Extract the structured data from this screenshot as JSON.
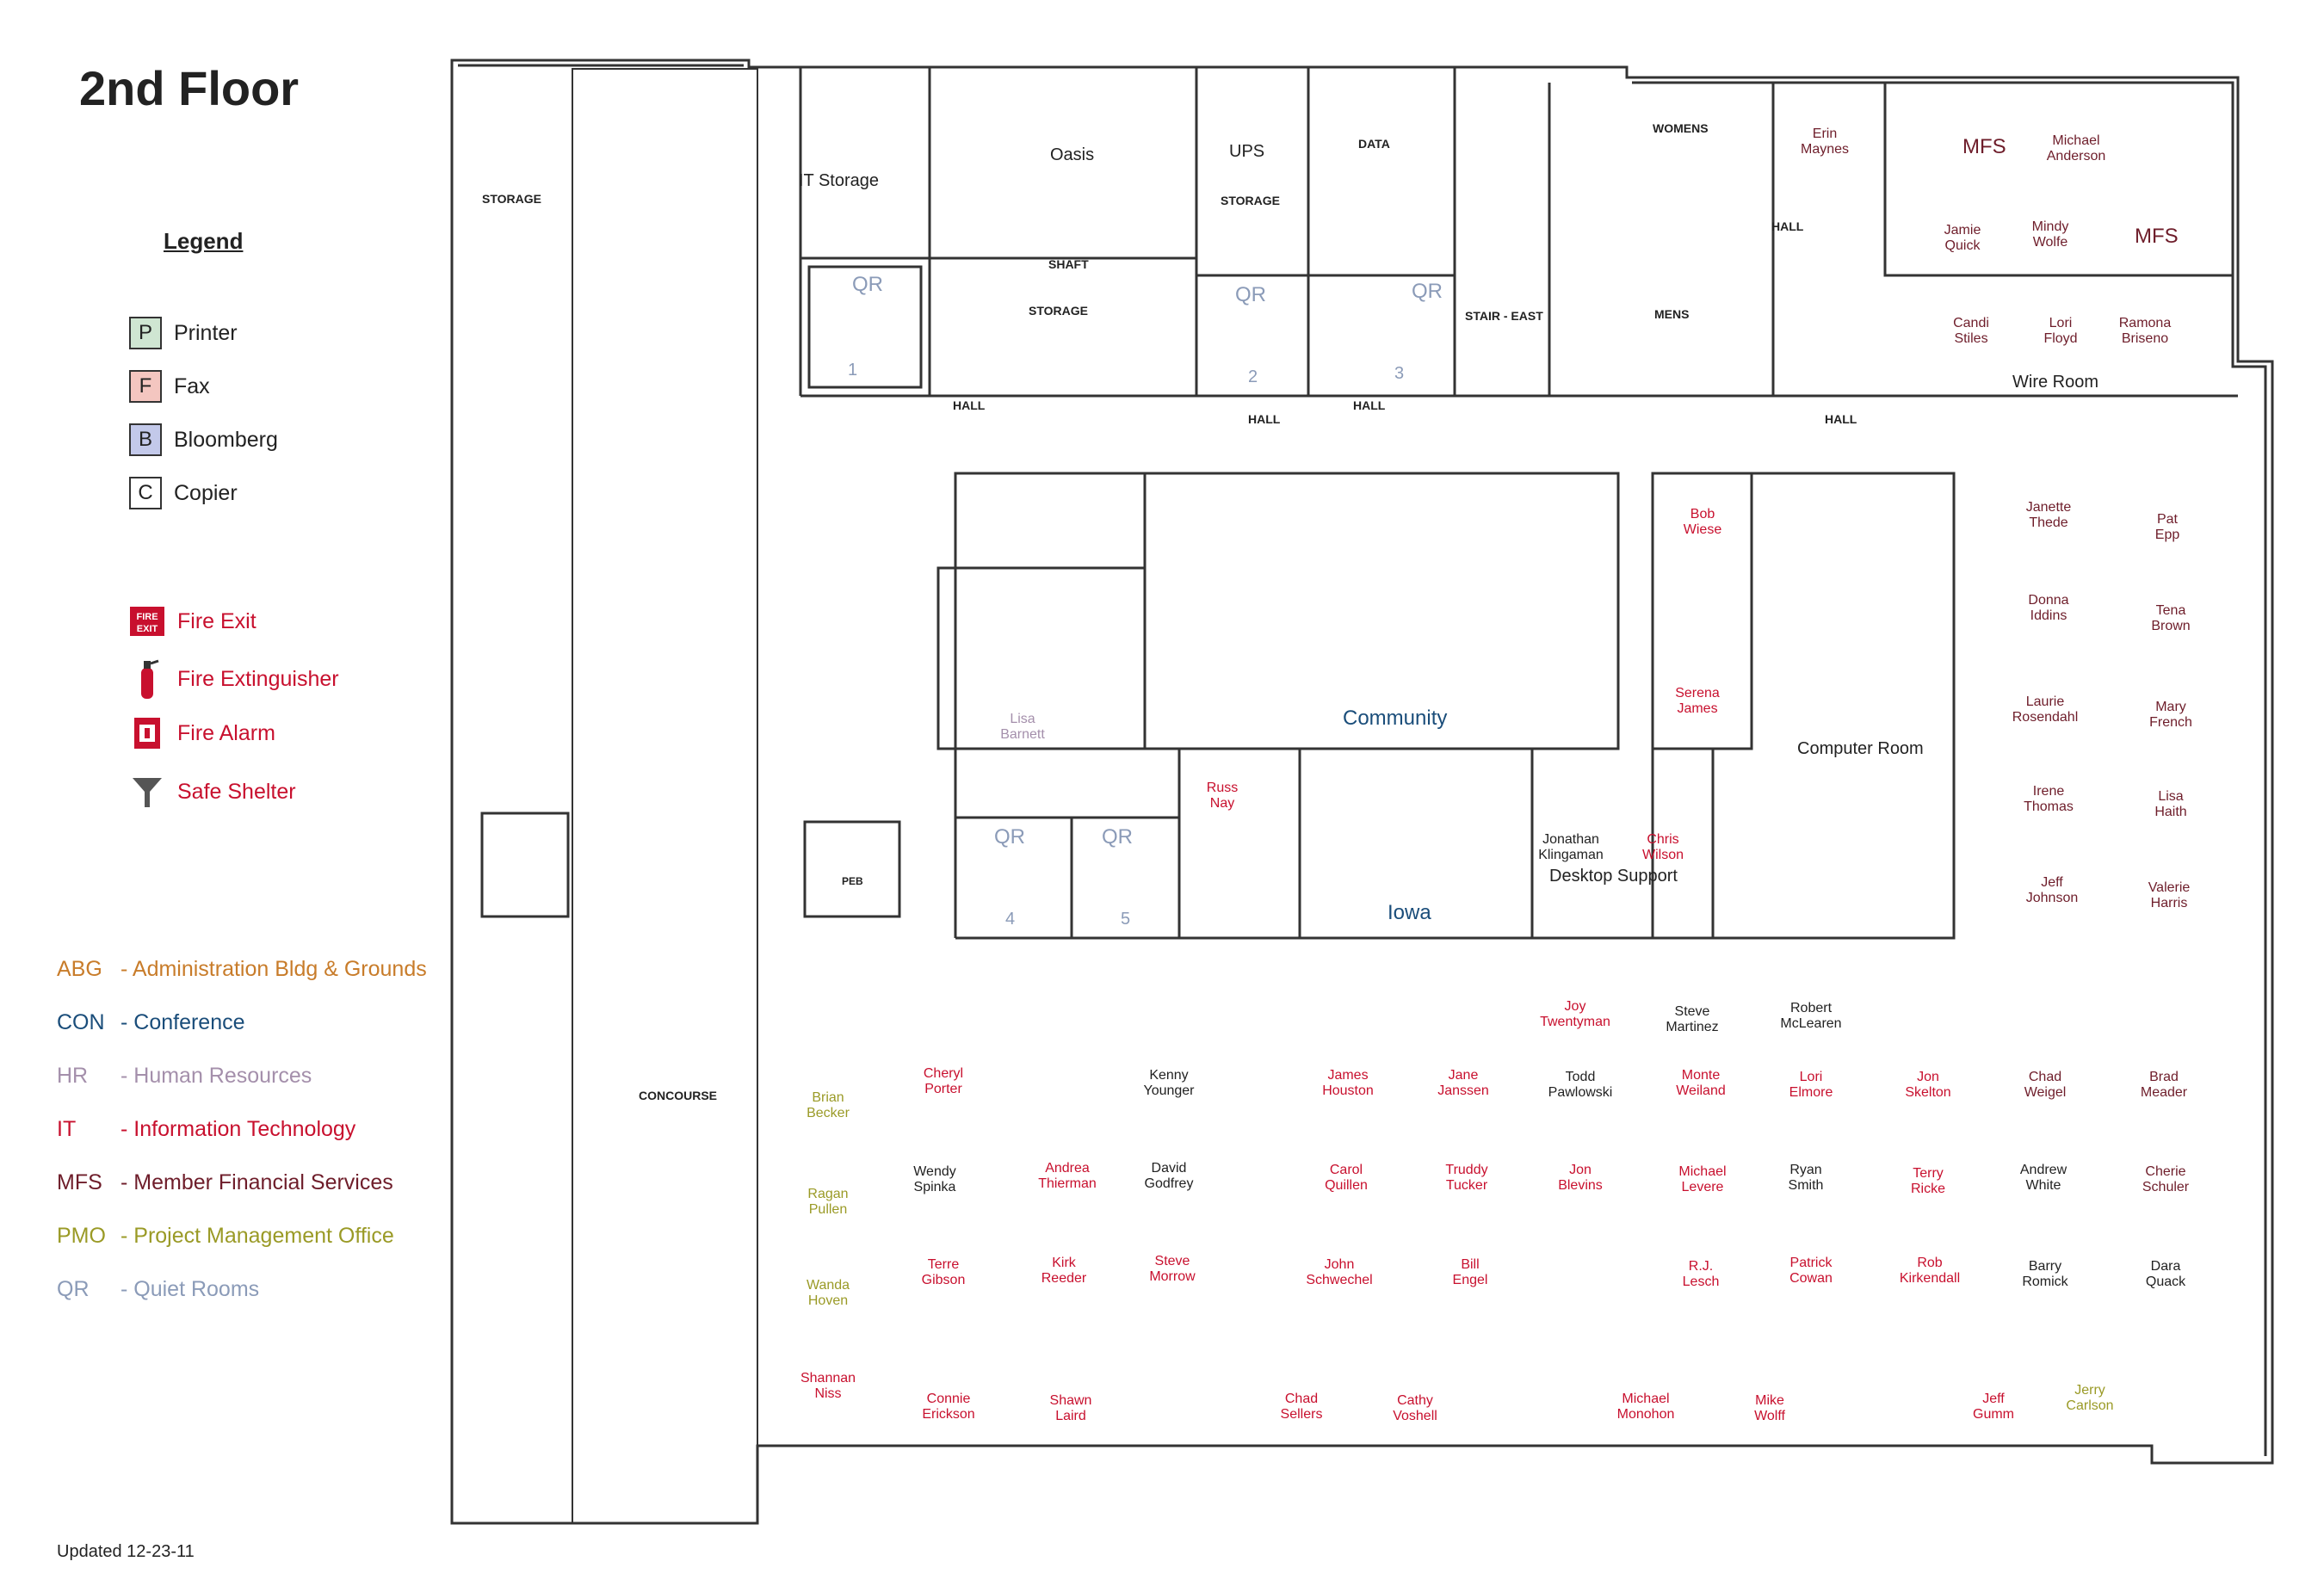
{
  "title": "2nd Floor",
  "updated": "Updated 12-23-11",
  "colors": {
    "wall": "#333333",
    "it": "#c8102e",
    "mfs": "#6e1d2a",
    "pmo": "#9a9a26",
    "qr": "#8b9bb8",
    "hr": "#a48fab",
    "abg": "#c87c2a",
    "con": "#1a4d7a",
    "printer": "#cfe6d2",
    "fax": "#f4c6c0",
    "bloomberg": "#c3c9ea"
  },
  "legend": {
    "heading": "Legend",
    "equipment": [
      {
        "code": "P",
        "label": "Printer",
        "color": "#cfe6d2"
      },
      {
        "code": "F",
        "label": "Fax",
        "color": "#f4c6c0"
      },
      {
        "code": "B",
        "label": "Bloomberg",
        "color": "#c3c9ea"
      },
      {
        "code": "C",
        "label": "Copier",
        "color": "#ffffff"
      }
    ],
    "safety": [
      {
        "icon": "fire-exit-icon",
        "label": "Fire Exit"
      },
      {
        "icon": "fire-extinguisher-icon",
        "label": "Fire Extinguisher"
      },
      {
        "icon": "fire-alarm-icon",
        "label": "Fire Alarm"
      },
      {
        "icon": "safe-shelter-icon",
        "label": "Safe Shelter"
      }
    ],
    "departments": [
      {
        "abbr": "ABG",
        "label": "- Administration Bldg & Grounds",
        "color": "#c87c2a"
      },
      {
        "abbr": "CON",
        "label": "- Conference",
        "color": "#1a4d7a"
      },
      {
        "abbr": "HR",
        "label": "- Human Resources",
        "color": "#a48fab"
      },
      {
        "abbr": "IT",
        "label": "- Information Technology",
        "color": "#c8102e"
      },
      {
        "abbr": "MFS",
        "label": "- Member Financial Services",
        "color": "#6e1d2a"
      },
      {
        "abbr": "PMO",
        "label": "- Project Management Office",
        "color": "#9a9a26"
      },
      {
        "abbr": "QR",
        "label": "- Quiet Rooms",
        "color": "#8b9bb8"
      }
    ]
  },
  "rooms": [
    {
      "id": "storage-west",
      "label": "STORAGE"
    },
    {
      "id": "it-storage",
      "label": "IT Storage"
    },
    {
      "id": "oasis",
      "label": "Oasis"
    },
    {
      "id": "ups",
      "label": "UPS"
    },
    {
      "id": "ups-storage",
      "label": "STORAGE"
    },
    {
      "id": "data",
      "label": "DATA"
    },
    {
      "id": "shaft",
      "label": "SHAFT"
    },
    {
      "id": "storage-mid",
      "label": "STORAGE"
    },
    {
      "id": "stair-east",
      "label": "STAIR - EAST"
    },
    {
      "id": "womens",
      "label": "WOMENS"
    },
    {
      "id": "mens",
      "label": "MENS"
    },
    {
      "id": "hall-1",
      "label": "HALL"
    },
    {
      "id": "hall-2",
      "label": "HALL"
    },
    {
      "id": "hall-3",
      "label": "HALL"
    },
    {
      "id": "hall-4",
      "label": "HALL"
    },
    {
      "id": "hall-5",
      "label": "HALL"
    },
    {
      "id": "wire-room",
      "label": "Wire Room"
    },
    {
      "id": "community",
      "label": "Community"
    },
    {
      "id": "computer-room",
      "label": "Computer Room"
    },
    {
      "id": "iowa",
      "label": "Iowa"
    },
    {
      "id": "desktop-support",
      "label": "Desktop Support"
    },
    {
      "id": "concourse",
      "label": "CONCOURSE"
    },
    {
      "id": "mfs-1",
      "label": "MFS"
    },
    {
      "id": "mfs-2",
      "label": "MFS"
    },
    {
      "id": "peb",
      "label": "PEB"
    }
  ],
  "quiet_rooms": [
    {
      "label": "QR",
      "num": "1"
    },
    {
      "label": "QR",
      "num": "2"
    },
    {
      "label": "QR",
      "num": "3"
    },
    {
      "label": "QR",
      "num": "4"
    },
    {
      "label": "QR",
      "num": "5"
    }
  ],
  "people": [
    {
      "name": "Erin Maynes",
      "dept": "mfs"
    },
    {
      "name": "Michael Anderson",
      "dept": "mfs"
    },
    {
      "name": "Jamie Quick",
      "dept": "mfs"
    },
    {
      "name": "Mindy Wolfe",
      "dept": "mfs"
    },
    {
      "name": "Candi Stiles",
      "dept": "mfs"
    },
    {
      "name": "Lori Floyd",
      "dept": "mfs"
    },
    {
      "name": "Ramona Briseno",
      "dept": "mfs"
    },
    {
      "name": "Bob Wiese",
      "dept": "it"
    },
    {
      "name": "Serena James",
      "dept": "it"
    },
    {
      "name": "Lisa Barnett",
      "dept": "hr"
    },
    {
      "name": "Russ Nay",
      "dept": "it"
    },
    {
      "name": "Jonathan Klingaman",
      "dept": "none"
    },
    {
      "name": "Chris Wilson",
      "dept": "it"
    },
    {
      "name": "Janette Thede",
      "dept": "mfs"
    },
    {
      "name": "Pat Epp",
      "dept": "mfs"
    },
    {
      "name": "Donna Iddins",
      "dept": "mfs"
    },
    {
      "name": "Tena Brown",
      "dept": "mfs"
    },
    {
      "name": "Laurie Rosendahl",
      "dept": "mfs"
    },
    {
      "name": "Mary French",
      "dept": "mfs"
    },
    {
      "name": "Irene Thomas",
      "dept": "mfs"
    },
    {
      "name": "Lisa Haith",
      "dept": "mfs"
    },
    {
      "name": "Jeff Johnson",
      "dept": "mfs"
    },
    {
      "name": "Valerie Harris",
      "dept": "mfs"
    },
    {
      "name": "Brian Becker",
      "dept": "pmo"
    },
    {
      "name": "Ragan Pullen",
      "dept": "pmo"
    },
    {
      "name": "Wanda Hoven",
      "dept": "pmo"
    },
    {
      "name": "Shannan Niss",
      "dept": "it"
    },
    {
      "name": "Cheryl Porter",
      "dept": "it"
    },
    {
      "name": "Wendy Spinka",
      "dept": "none"
    },
    {
      "name": "Terre Gibson",
      "dept": "it"
    },
    {
      "name": "Andrea Thierman",
      "dept": "it"
    },
    {
      "name": "Kirk Reeder",
      "dept": "it"
    },
    {
      "name": "Kenny Younger",
      "dept": "none"
    },
    {
      "name": "David Godfrey",
      "dept": "none"
    },
    {
      "name": "Steve Morrow",
      "dept": "it"
    },
    {
      "name": "James Houston",
      "dept": "it"
    },
    {
      "name": "Carol Quillen",
      "dept": "it"
    },
    {
      "name": "John Schwechel",
      "dept": "it"
    },
    {
      "name": "Jane Janssen",
      "dept": "it"
    },
    {
      "name": "Truddy Tucker",
      "dept": "it"
    },
    {
      "name": "Bill Engel",
      "dept": "it"
    },
    {
      "name": "Joy Twentyman",
      "dept": "it"
    },
    {
      "name": "Todd Pawlowski",
      "dept": "none"
    },
    {
      "name": "Jon Blevins",
      "dept": "it"
    },
    {
      "name": "Steve Martinez",
      "dept": "none"
    },
    {
      "name": "Monte Weiland",
      "dept": "it"
    },
    {
      "name": "Michael Levere",
      "dept": "it"
    },
    {
      "name": "R.J. Lesch",
      "dept": "it"
    },
    {
      "name": "Robert McLearen",
      "dept": "none"
    },
    {
      "name": "Lori Elmore",
      "dept": "it"
    },
    {
      "name": "Ryan Smith",
      "dept": "none"
    },
    {
      "name": "Patrick Cowan",
      "dept": "it"
    },
    {
      "name": "Jon Skelton",
      "dept": "it"
    },
    {
      "name": "Terry Ricke",
      "dept": "it"
    },
    {
      "name": "Rob Kirkendall",
      "dept": "it"
    },
    {
      "name": "Chad Weigel",
      "dept": "mfs"
    },
    {
      "name": "Andrew White",
      "dept": "none"
    },
    {
      "name": "Barry Romick",
      "dept": "none"
    },
    {
      "name": "Brad Meader",
      "dept": "mfs"
    },
    {
      "name": "Cherie Schuler",
      "dept": "mfs"
    },
    {
      "name": "Dara Quack",
      "dept": "none"
    },
    {
      "name": "Connie Erickson",
      "dept": "it"
    },
    {
      "name": "Shawn Laird",
      "dept": "it"
    },
    {
      "name": "Chad Sellers",
      "dept": "it"
    },
    {
      "name": "Cathy Voshell",
      "dept": "it"
    },
    {
      "name": "Michael Monohon",
      "dept": "it"
    },
    {
      "name": "Mike Wolff",
      "dept": "it"
    },
    {
      "name": "Jeff Gumm",
      "dept": "it"
    },
    {
      "name": "Jerry Carlson",
      "dept": "pmo"
    }
  ]
}
